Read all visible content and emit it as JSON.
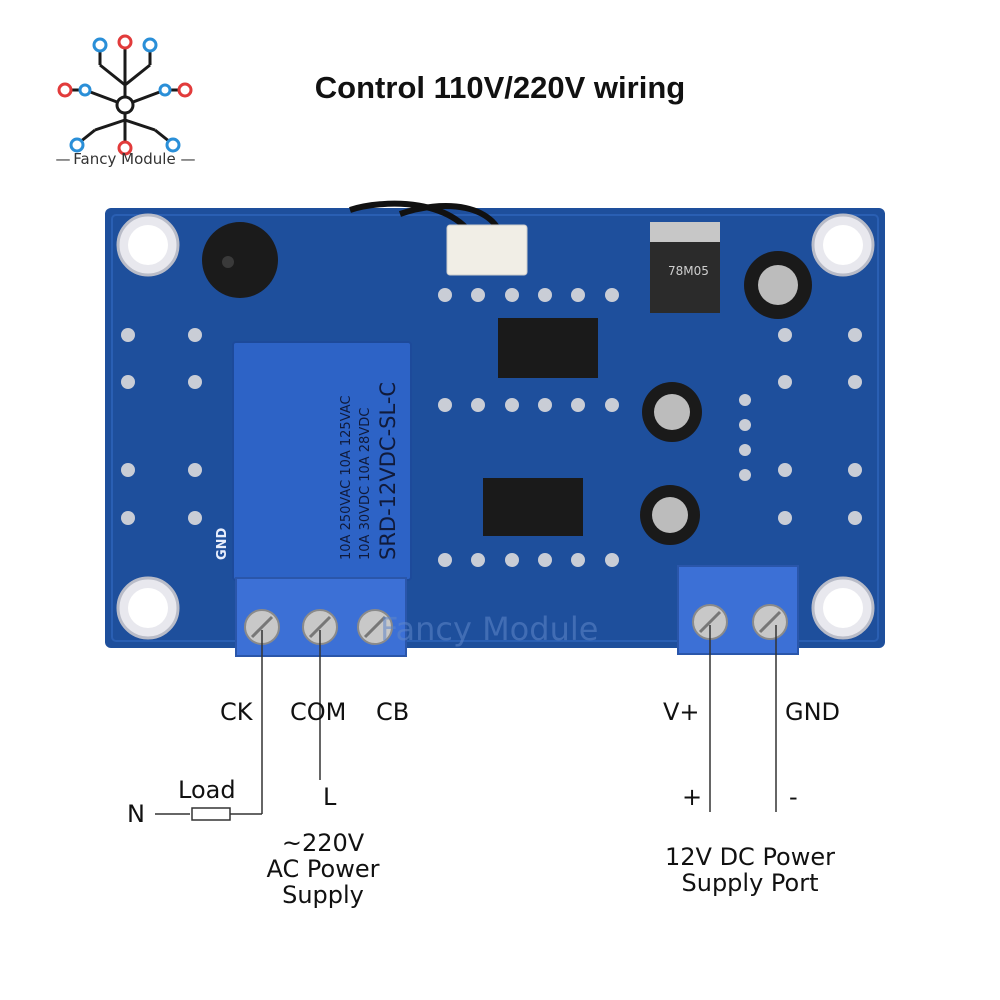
{
  "logo": {
    "text": "Fancy Module",
    "icon": "circuit-tree-icon"
  },
  "title": "Control 110V/220V wiring",
  "board": {
    "relay_text": [
      "SRD-12VDC-SL-C",
      "10A 250VAC  10A 125VAC",
      "10A 30VDC   10A 28VDC"
    ],
    "regulator_text": "78M05",
    "gnd_marking": "GND",
    "watermark": "Fancy Module",
    "colors": {
      "pcb": "#1e4f9c",
      "relay": "#2d63c6",
      "terminal": "#3c70d6",
      "pad": "#c9cdd6"
    }
  },
  "terminals": {
    "ck": "CK",
    "com": "COM",
    "cb": "CB",
    "v_plus": "V+",
    "gnd": "GND"
  },
  "wiring": {
    "n": "N",
    "load": "Load",
    "l": "L",
    "plus": "+",
    "minus": "-",
    "ac_supply": [
      "~220V",
      "AC Power",
      "Supply"
    ],
    "dc_supply": [
      "12V DC Power",
      "Supply Port"
    ]
  }
}
